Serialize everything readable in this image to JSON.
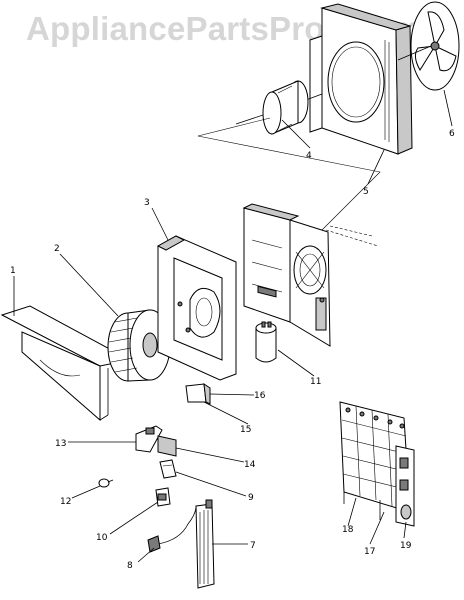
{
  "watermark": "AppliancePartsPros.com",
  "callouts": [
    {
      "id": "1",
      "text": "1"
    },
    {
      "id": "2",
      "text": "2"
    },
    {
      "id": "3",
      "text": "3"
    },
    {
      "id": "4",
      "text": "4"
    },
    {
      "id": "5",
      "text": "5"
    },
    {
      "id": "6",
      "text": "6"
    },
    {
      "id": "7",
      "text": "7"
    },
    {
      "id": "8",
      "text": "8"
    },
    {
      "id": "9",
      "text": "9"
    },
    {
      "id": "10",
      "text": "10"
    },
    {
      "id": "11",
      "text": "11"
    },
    {
      "id": "12",
      "text": "12"
    },
    {
      "id": "13",
      "text": "13"
    },
    {
      "id": "14",
      "text": "14"
    },
    {
      "id": "15",
      "text": "15"
    },
    {
      "id": "16",
      "text": "16"
    },
    {
      "id": "17",
      "text": "17"
    },
    {
      "id": "18",
      "text": "18"
    },
    {
      "id": "19",
      "text": "19"
    }
  ],
  "colors": {
    "watermark": "#d6d6d6",
    "line": "#000000",
    "shade": "#c8c8c8",
    "dark": "#7a7a7a"
  }
}
